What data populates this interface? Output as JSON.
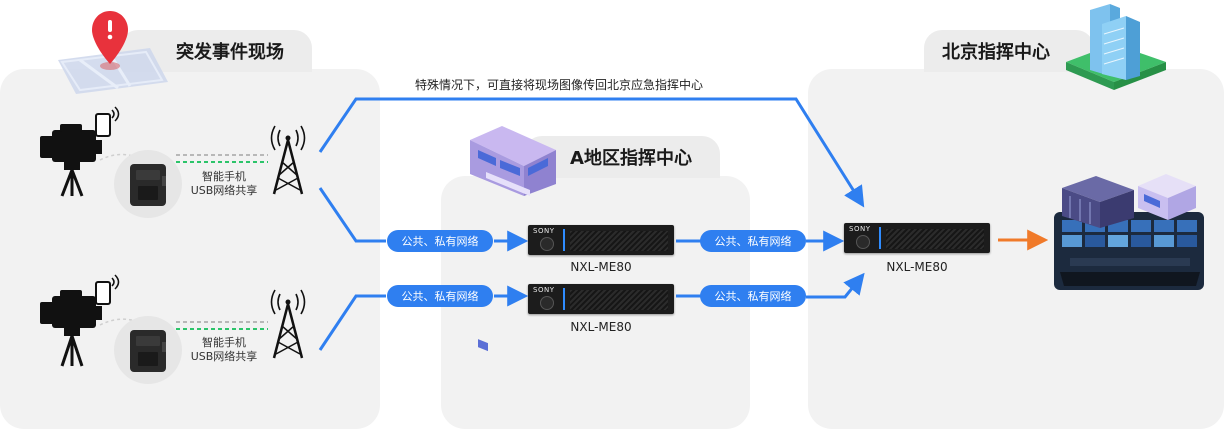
{
  "sections": {
    "incident_site": {
      "title": "突发事件现场"
    },
    "region_a": {
      "title": "A地区指挥中心"
    },
    "beijing": {
      "title": "北京指挥中心"
    }
  },
  "edge_labels": {
    "direct_route": "特殊情况下，可直接将现场图像传回北京应急指挥中心",
    "network_1": "公共、私有网络",
    "network_2": "公共、私有网络",
    "network_3": "公共、私有网络",
    "network_4": "公共、私有网络"
  },
  "nodes": {
    "phone_usb_1": {
      "line1": "智能手机",
      "line2": "USB网络共享"
    },
    "phone_usb_2": {
      "line1": "智能手机",
      "line2": "USB网络共享"
    },
    "device_1": {
      "brand": "SONY",
      "label": "NXL-ME80"
    },
    "device_2": {
      "brand": "SONY",
      "label": "NXL-ME80"
    },
    "device_3": {
      "brand": "SONY",
      "label": "NXL-ME80"
    }
  },
  "colors": {
    "accent_blue": "#2f7ff0",
    "arrow_orange": "#f07a2a",
    "dashed_green": "#2cc46a",
    "dashed_gray": "#b8b8b8",
    "panel_gray": "#f2f2f2",
    "pin_red": "#e8323c"
  }
}
